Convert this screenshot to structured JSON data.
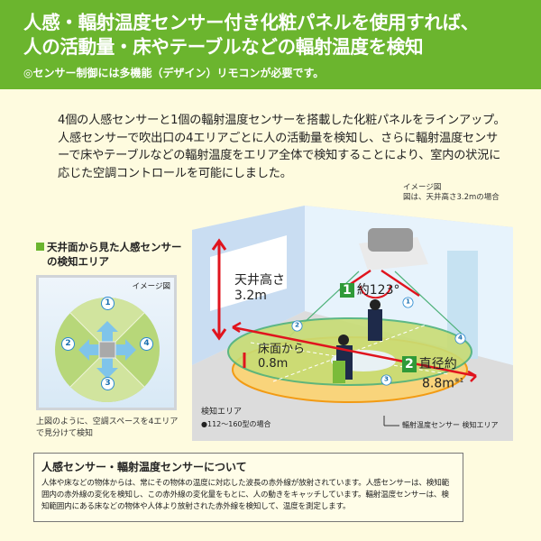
{
  "header": {
    "title_line1": "人感・輻射温度センサー付き化粧パネルを使用すれば、",
    "title_line2": "人の活動量・床やテーブルなどの輻射温度を検知",
    "note": "◎センサー制御には多機能（デザイン）リモコンが必要です。"
  },
  "intro": "4個の人感センサーと1個の輻射温度センサーを搭載した化粧パネルをラインアップ。人感センサーで吹出口の4エリアごとに人の活動量を検知し、さらに輻射温度センサーで床やテーブルなどの輻射温度をエリア全体で検知することにより、室内の状況に応じた空調コントロールを可能にしました。",
  "left_panel": {
    "title_line1": "天井面から見た人感センサー",
    "title_line2": "の検知エリア",
    "image_label": "イメージ図",
    "areas": [
      "1",
      "2",
      "3",
      "4"
    ],
    "caption": "上図のように、空調スペースを4エリアで見分けて検知"
  },
  "illustration": {
    "image_label": "イメージ図",
    "note": "図は、天井高さ3.2mの場合",
    "ceiling_height_label": "天井高さ",
    "ceiling_height_value": "3.2m",
    "angle_badge": "1",
    "angle_label": "約123°",
    "floor_label": "床面から",
    "floor_value": "0.8m",
    "diameter_badge": "2",
    "diameter_label": "直径約",
    "diameter_value": "8.8m",
    "diameter_note": "※1",
    "areas": [
      "1",
      "2",
      "3",
      "4"
    ],
    "detect_area": "検知エリア",
    "detect_model": "●112～160型の場合",
    "radiant_area": "輻射温度センサー 検知エリア"
  },
  "about": {
    "title": "人感センサー・輻射温度センサーについて",
    "body": "人体や床などの物体からは、常にその物体の温度に対応した波長の赤外線が放射されています。人感センサーは、検知範囲内の赤外線の変化を検知し、この赤外線の変化量をもとに、人の動きをキャッチしています。輻射温度センサーは、検知範囲内にある床などの物体や人体より放射された赤外線を検知して、温度を測定します。"
  },
  "colors": {
    "brand_green": "#6bb52e",
    "arrow_red": "#e0141e",
    "sensor_blue": "#2a8ad0"
  }
}
